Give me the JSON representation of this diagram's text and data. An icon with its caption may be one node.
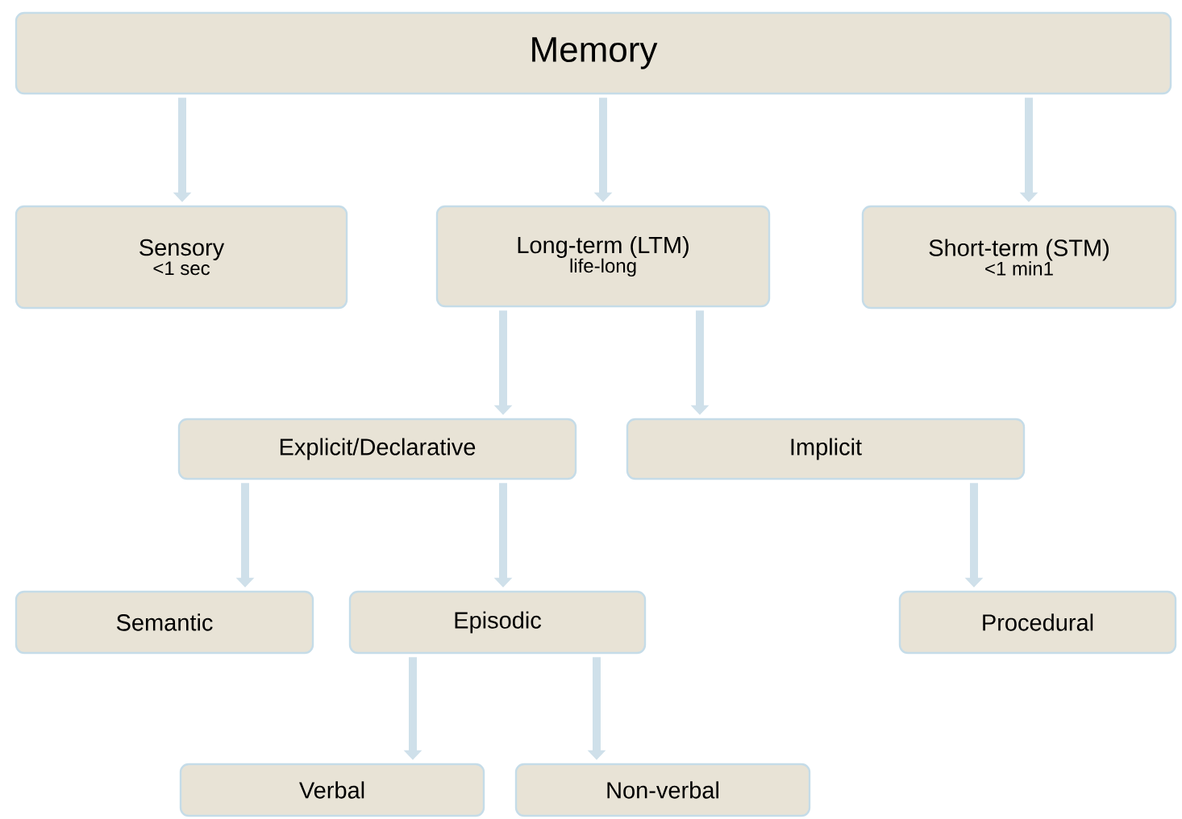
{
  "diagram": {
    "nodes": [
      {
        "text": [
          "Memory"
        ]
      },
      {
        "text": [
          "Sensory",
          "<1 sec"
        ]
      },
      {
        "text": [
          "Long-term (LTM)",
          "life-long"
        ]
      },
      {
        "text": [
          "Short-term (STM)",
          "<1 min1"
        ]
      },
      {
        "text": [
          "Explicit/Declarative"
        ]
      },
      {
        "text": [
          "Implicit"
        ]
      },
      {
        "text": [
          "Semantic"
        ]
      },
      {
        "text": [
          "Episodic"
        ]
      },
      {
        "text": [
          "Procedural"
        ]
      },
      {
        "text": [
          "Verbal"
        ]
      },
      {
        "text": [
          "Non-verbal"
        ]
      }
    ],
    "edges": [
      {
        "from": 0,
        "to": 1,
        "arrow": "to"
      },
      {
        "from": 0,
        "to": 2,
        "arrow": "to"
      },
      {
        "from": 0,
        "to": 3,
        "arrow": "to"
      },
      {
        "from": 2,
        "to": 4,
        "arrow": "to"
      },
      {
        "from": 2,
        "to": 5,
        "arrow": "to"
      },
      {
        "from": 4,
        "to": 6,
        "arrow": "to"
      },
      {
        "from": 4,
        "to": 7,
        "arrow": "to"
      },
      {
        "from": 5,
        "to": 8,
        "arrow": "to"
      },
      {
        "from": 7,
        "to": 9,
        "arrow": "to"
      },
      {
        "from": 7,
        "to": 10,
        "arrow": "to"
      }
    ]
  }
}
